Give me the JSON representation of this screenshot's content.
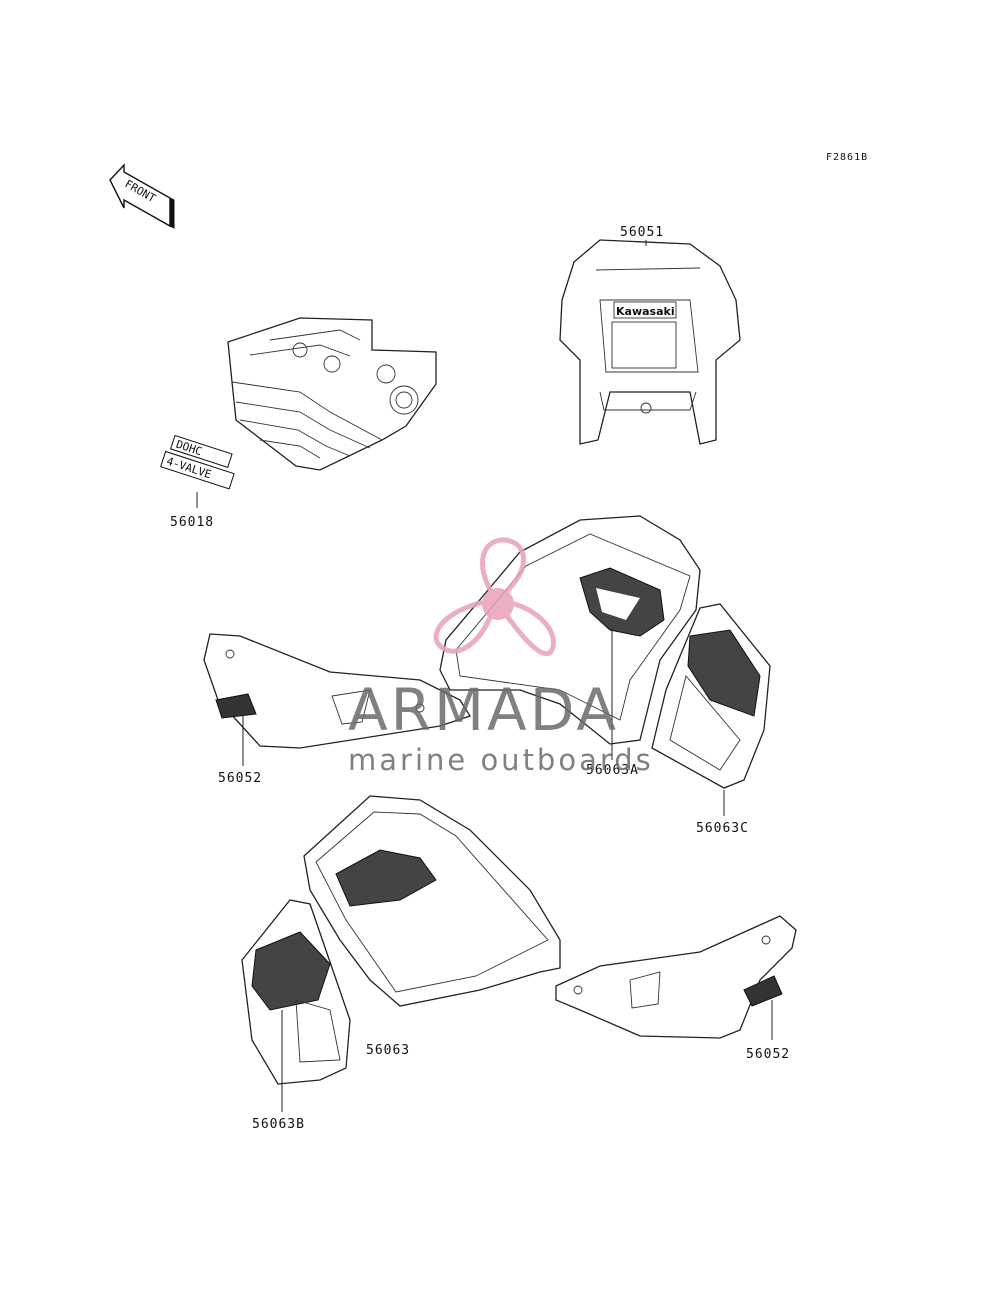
{
  "figure_id": "F2861B",
  "front_label": "FRONT",
  "callouts": [
    {
      "id": "c-56051",
      "label": "56051"
    },
    {
      "id": "c-56018",
      "label": "56018"
    },
    {
      "id": "c-56052-left",
      "label": "56052"
    },
    {
      "id": "c-56063A",
      "label": "56063A"
    },
    {
      "id": "c-56063C",
      "label": "56063C"
    },
    {
      "id": "c-56063",
      "label": "56063"
    },
    {
      "id": "c-56063B",
      "label": "56063B"
    },
    {
      "id": "c-56052-right",
      "label": "56052"
    }
  ],
  "decals": {
    "fairing_brand": "Kawasaki",
    "engine_line1": "DOHC",
    "engine_line2": "4-VALVE"
  },
  "watermark": {
    "title": "ARMADA",
    "subtitle": "marine outboards",
    "logo": "propeller-logo",
    "title_color": "#6b6b6b",
    "logo_color": "#e8a0b8"
  }
}
